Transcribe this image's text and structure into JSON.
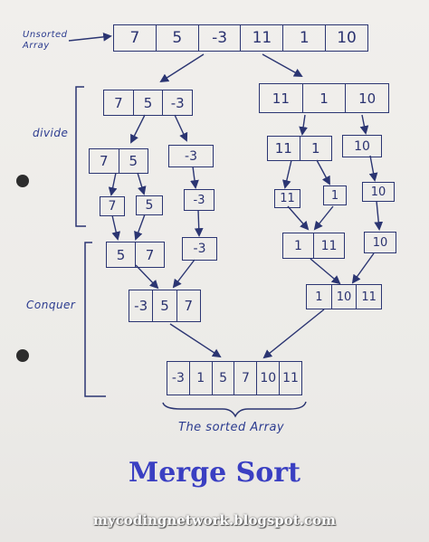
{
  "labels": {
    "unsorted": "Unsorted\nArray",
    "divide": "divide",
    "conquer": "Conquer",
    "sorted": "The sorted Array"
  },
  "arrays": {
    "root": [
      "7",
      "5",
      "-3",
      "11",
      "1",
      "10"
    ],
    "left_half": [
      "7",
      "5",
      "-3"
    ],
    "right_half": [
      "11",
      "1",
      "10"
    ],
    "l_pair": [
      "7",
      "5"
    ],
    "l_single": [
      "-3"
    ],
    "r_pair": [
      "11",
      "1"
    ],
    "r_single": [
      "10"
    ],
    "l7": [
      "7"
    ],
    "l5": [
      "5"
    ],
    "lm3": [
      "-3"
    ],
    "r11": [
      "11"
    ],
    "r1": [
      "1"
    ],
    "r10": [
      "10"
    ],
    "m_57": [
      "5",
      "7"
    ],
    "m_m3": [
      "-3"
    ],
    "m_111": [
      "1",
      "11"
    ],
    "m_10": [
      "10"
    ],
    "m_m357": [
      "-3",
      "5",
      "7"
    ],
    "m_11011": [
      "1",
      "10",
      "11"
    ],
    "final": [
      "-3",
      "1",
      "5",
      "7",
      "10",
      "11"
    ]
  },
  "footer": {
    "title": "Merge Sort",
    "url": "mycodingnetwork.blogspot.com"
  },
  "colors": {
    "ink": "#2b3572",
    "pen": "#2b3b8f",
    "title": "#3a3fc2"
  }
}
